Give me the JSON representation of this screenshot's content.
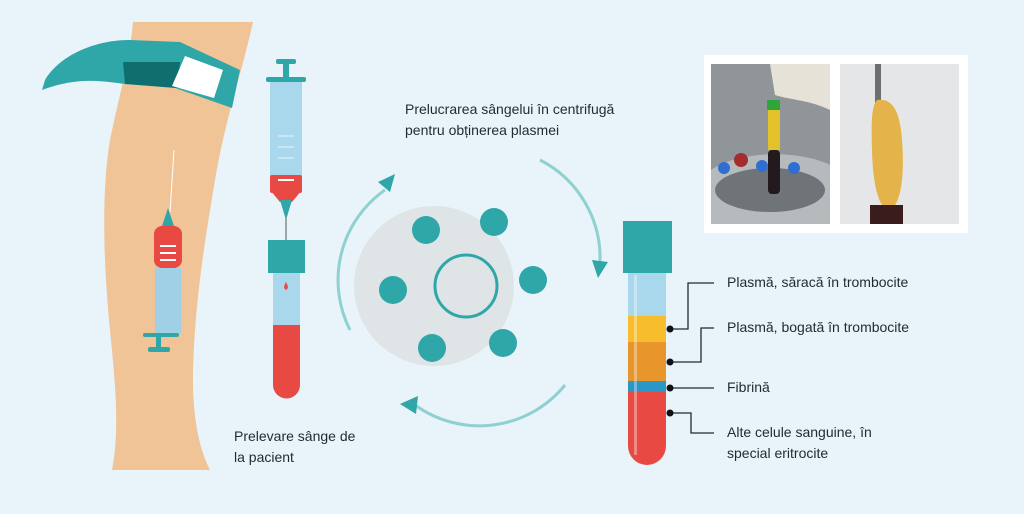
{
  "steps": {
    "collection": {
      "line1": "Prelevare sânge de",
      "line2": "la pacient"
    },
    "centrifuge": {
      "line1": "Prelucrarea sângelui în centrifugă",
      "line2": "pentru obținerea plasmei"
    }
  },
  "tube_layers": [
    {
      "label": "Plasmă, săracă în trombocite",
      "color": "#a9d7ec"
    },
    {
      "label": "Plasmă, bogată în trombocite",
      "color": "#f7bd2c"
    },
    {
      "label": "Fibrină",
      "color": "#2a97c8"
    },
    {
      "label_line1": "Alte celule sanguine, în",
      "label_line2": "special eritrocite",
      "color": "#e84a43"
    }
  ],
  "colors": {
    "background": "#e8f3fa",
    "teal": "#2fa6a8",
    "skin": "#f0c496",
    "blood": "#e84a43",
    "orange": "#e8962b"
  }
}
